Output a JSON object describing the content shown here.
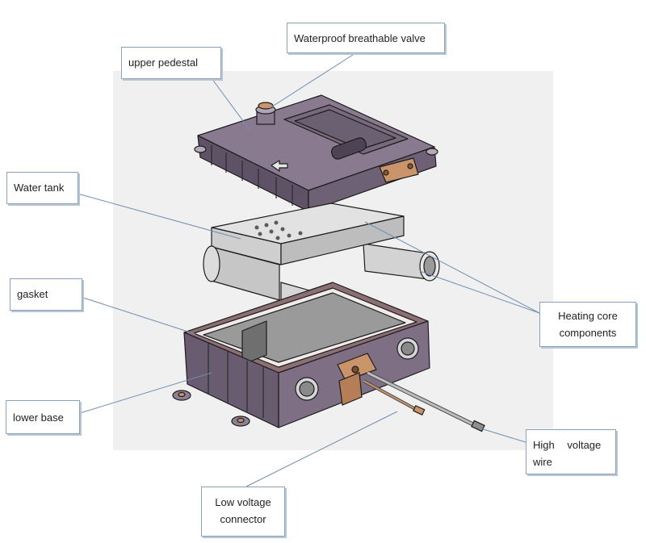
{
  "labels": {
    "valve": "Waterproof breathable valve",
    "upper_pedestal": "upper pedestal",
    "water_tank": "Water tank",
    "gasket": "gasket",
    "heating_core": [
      "Heating core",
      "components"
    ],
    "lower_base": "lower base",
    "high_voltage": [
      "High voltage",
      "wire"
    ],
    "low_voltage": [
      "Low voltage",
      "connector"
    ]
  },
  "colors": {
    "housing_purple": "#7f6f85",
    "housing_shadow": "#5d4f63",
    "outline": "#1c1c1c",
    "aluminum": "#d9d9d9",
    "copper": "#c9946a",
    "leader_line": "#6f8fb0",
    "backdrop": "#e9e9ea"
  }
}
